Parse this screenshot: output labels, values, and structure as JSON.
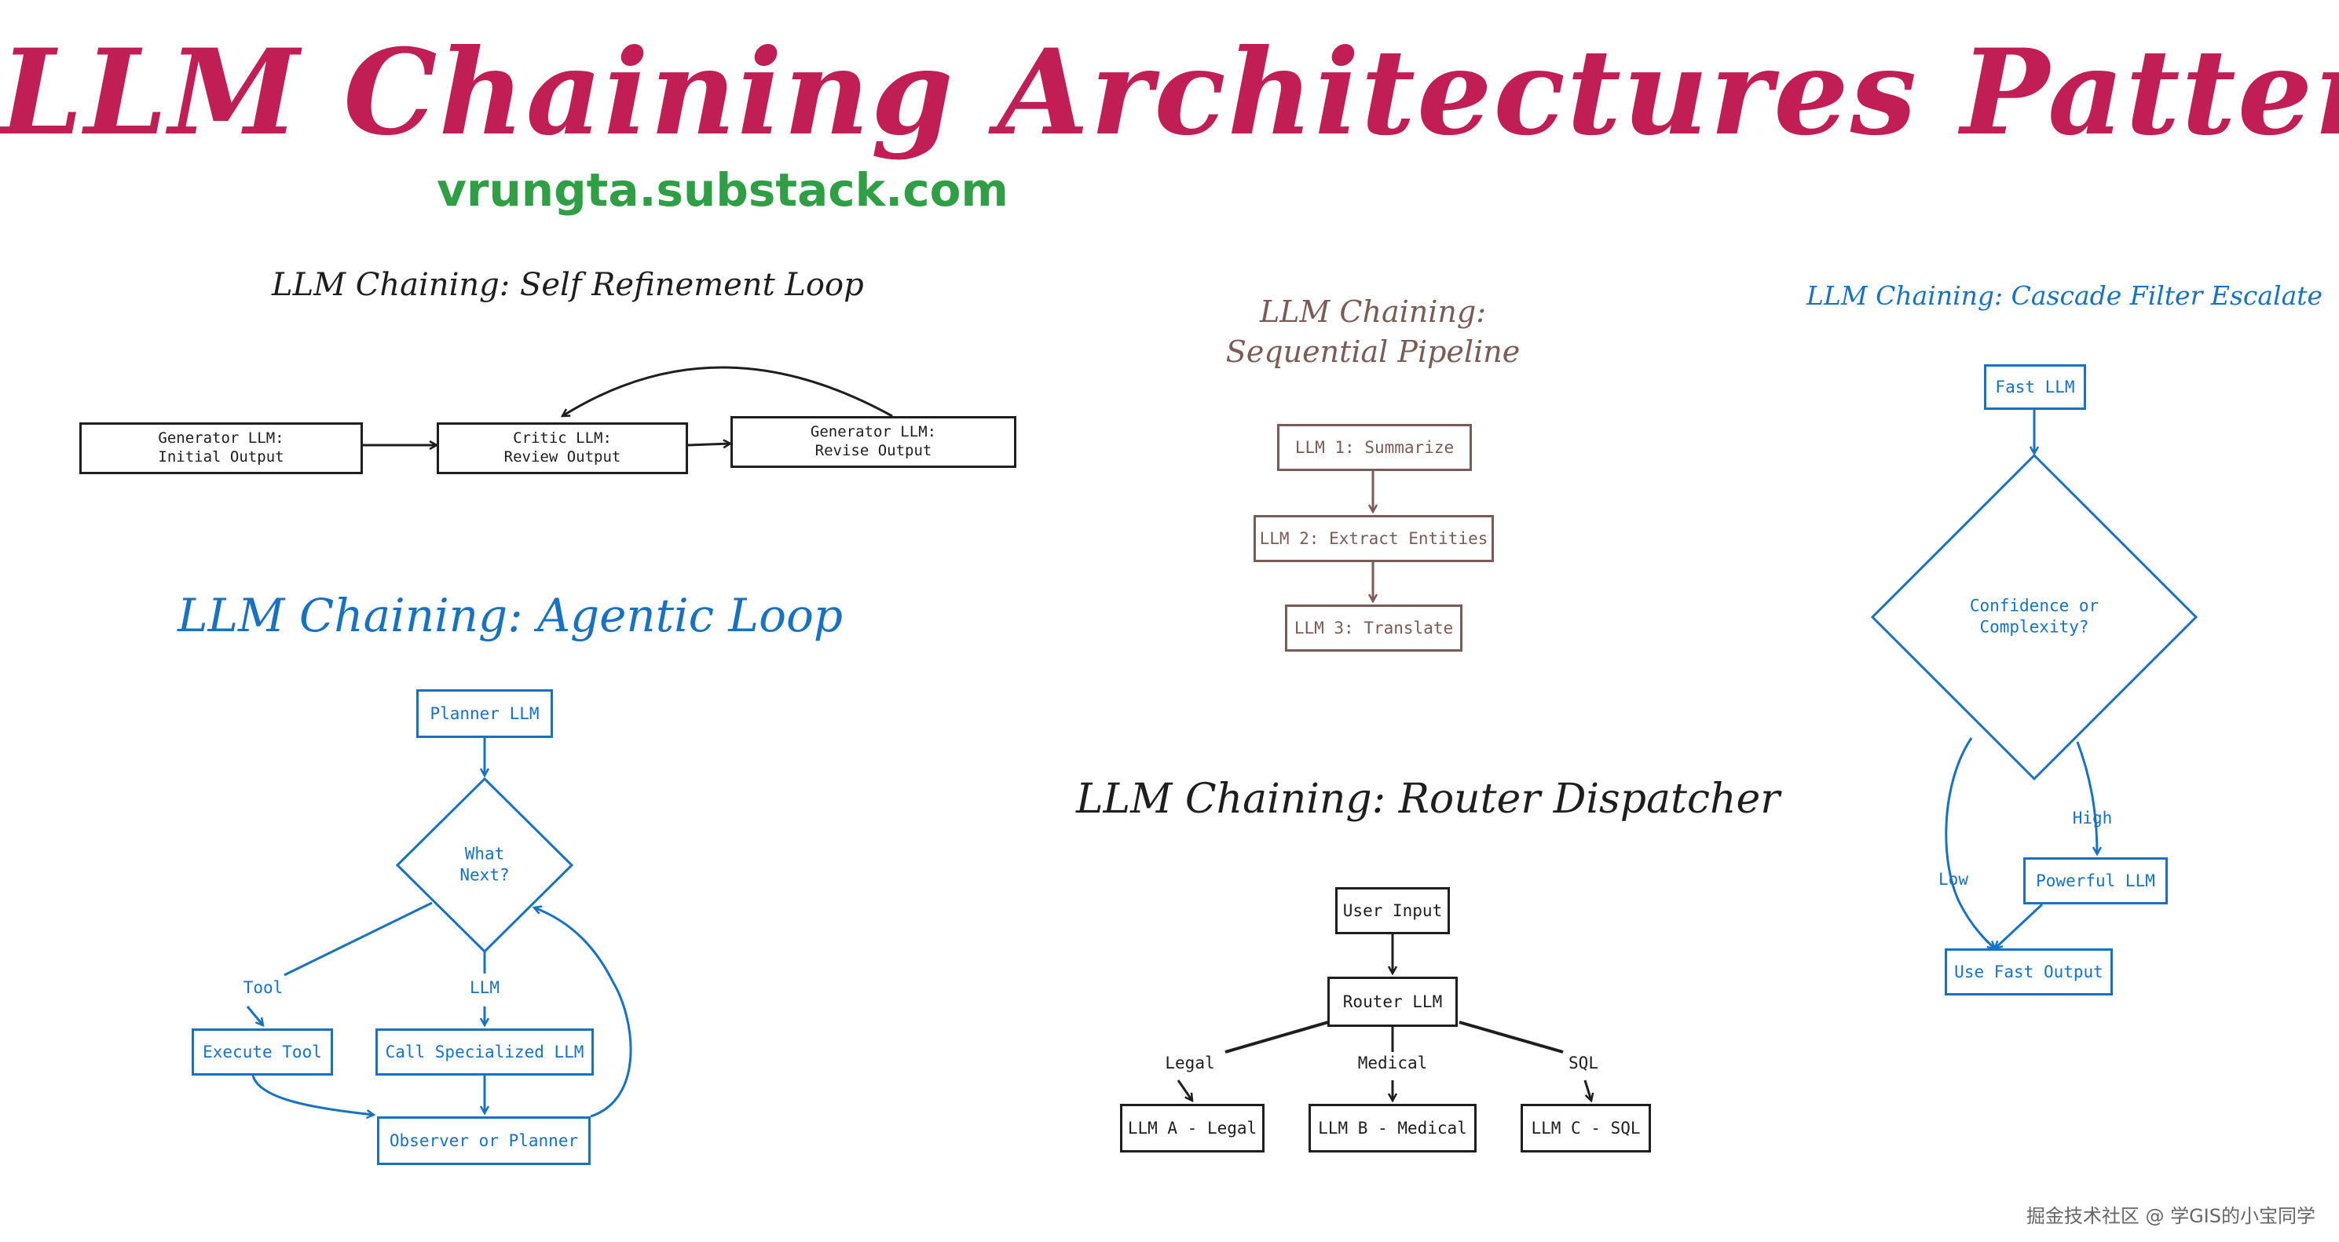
{
  "header": {
    "title": "LLM Chaining Architectures Patterns",
    "subtitle": "vrungta.substack.com"
  },
  "colors": {
    "title": "#c21e56",
    "subtitle": "#2f9e44",
    "black": "#1e1e1e",
    "blue": "#1971c2",
    "brown": "#7a5b56"
  },
  "self_refinement": {
    "title": "LLM Chaining: Self Refinement Loop",
    "generator_initial": "Generator LLM:\nInitial Output",
    "critic": "Critic LLM:\nReview Output",
    "generator_revise": "Generator LLM:\nRevise Output"
  },
  "sequential": {
    "title": "LLM Chaining:\nSequential Pipeline",
    "step1": "LLM 1: Summarize",
    "step2": "LLM 2: Extract Entities",
    "step3": "LLM 3: Translate"
  },
  "cascade": {
    "title": "LLM Chaining: Cascade Filter Escalate",
    "fast_llm": "Fast LLM",
    "decision": "Confidence or\nComplexity?",
    "high_label": "High",
    "low_label": "Low",
    "powerful_llm": "Powerful LLM",
    "use_fast_output": "Use Fast Output"
  },
  "agentic": {
    "title": "LLM Chaining: Agentic Loop",
    "planner": "Planner LLM",
    "decision": "What\nNext?",
    "tool_label": "Tool",
    "llm_label": "LLM",
    "execute_tool": "Execute Tool",
    "call_specialized": "Call Specialized LLM",
    "observer": "Observer or Planner"
  },
  "router": {
    "title": "LLM Chaining: Router Dispatcher",
    "user_input": "User Input",
    "router_llm": "Router LLM",
    "legal_label": "Legal",
    "medical_label": "Medical",
    "sql_label": "SQL",
    "llm_a": "LLM A - Legal",
    "llm_b": "LLM B - Medical",
    "llm_c": "LLM C - SQL"
  },
  "watermark": "掘金技术社区 @ 学GIS的小宝同学"
}
